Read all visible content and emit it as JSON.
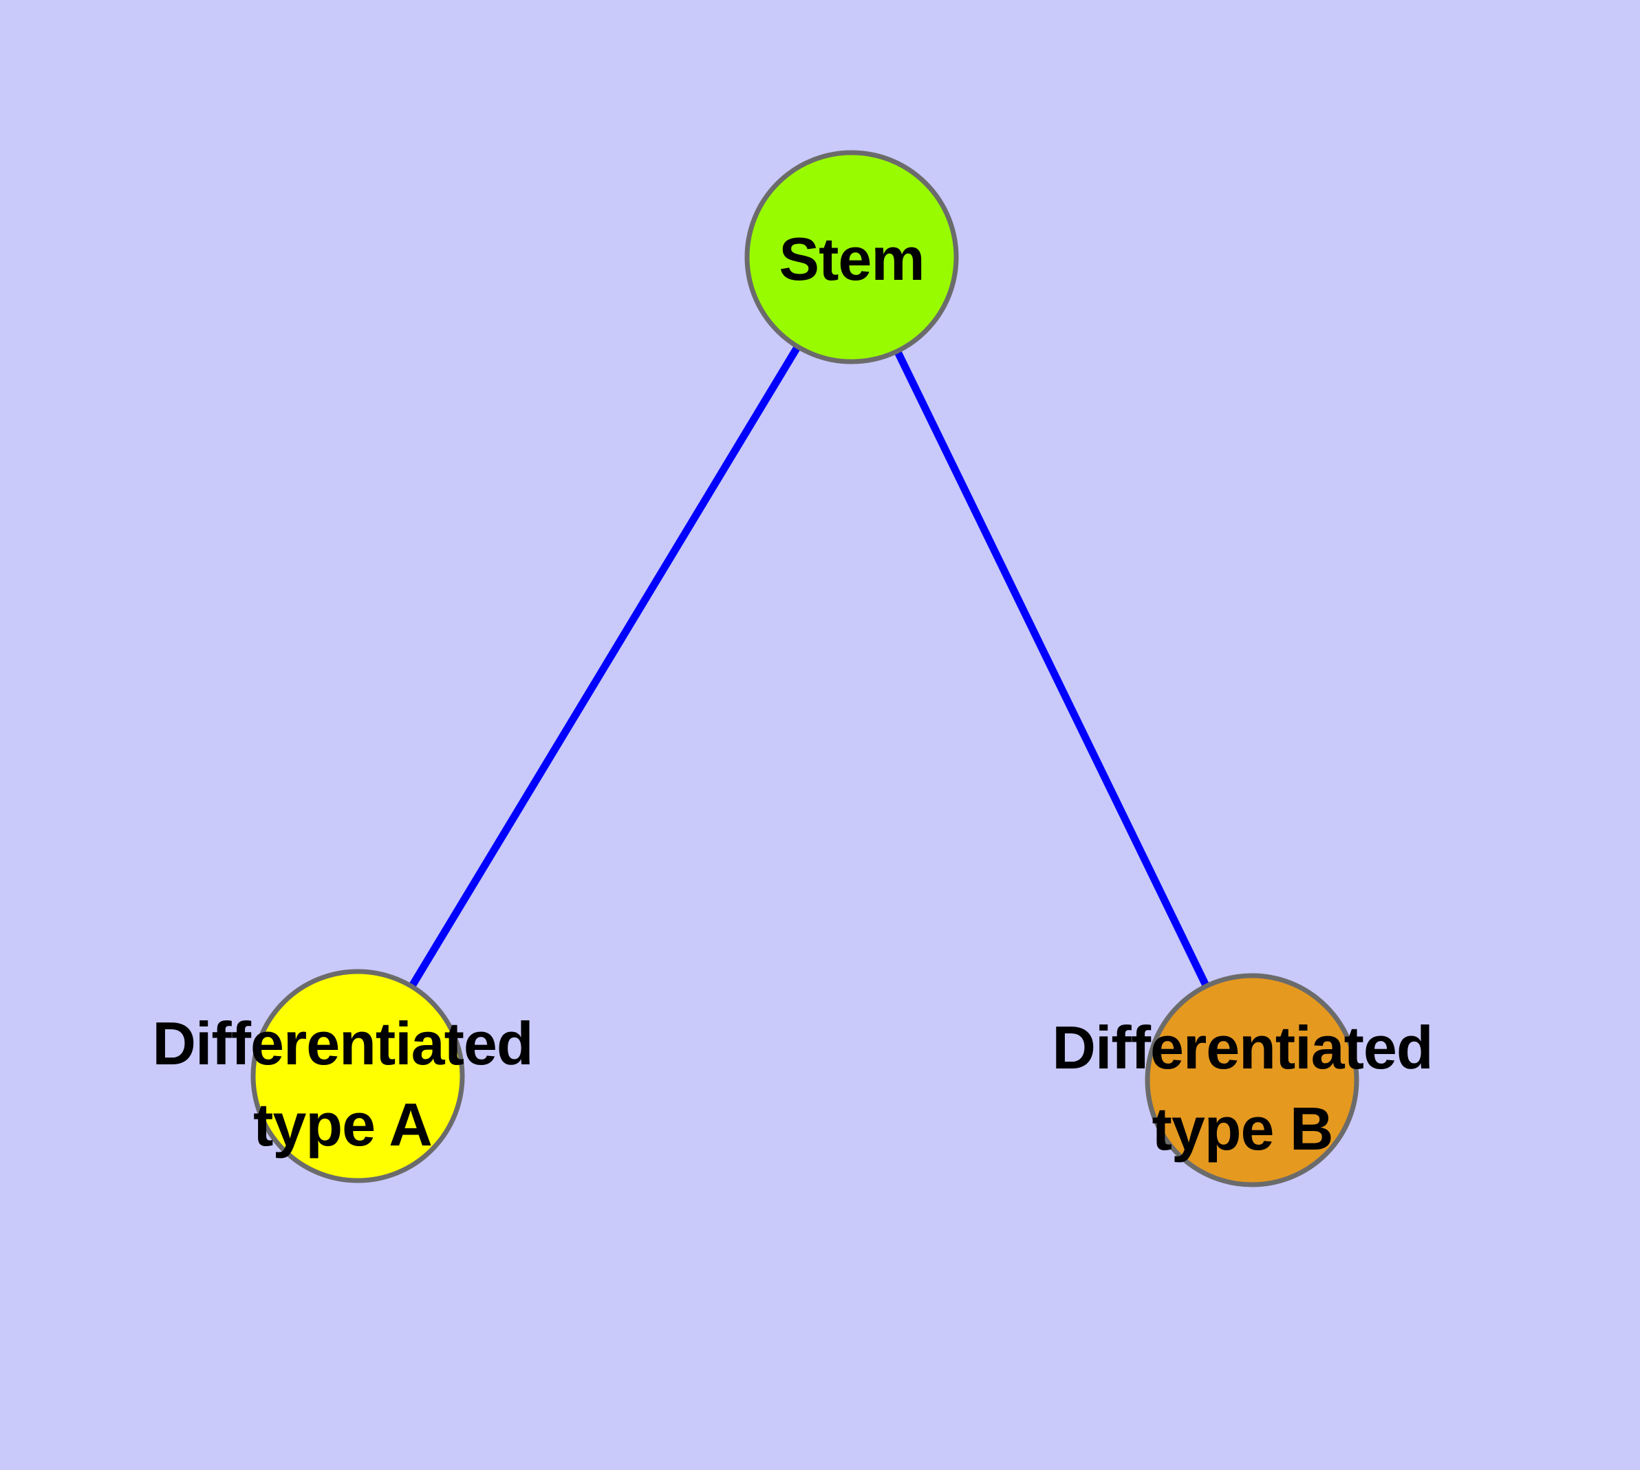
{
  "diagram": {
    "type": "graph",
    "background_color": "#c9c9fa",
    "edge_color": "#0000ff",
    "node_border_color": "#6b6b6b",
    "label_color": "#000000",
    "nodes": [
      {
        "id": "stem",
        "label": "Stem",
        "lines": [
          "Stem"
        ],
        "fill_color": "#99fb00"
      },
      {
        "id": "differentiated-type-a",
        "label": "Differentiated type A",
        "lines": [
          "Differentiated",
          "type A"
        ],
        "fill_color": "#ffff00"
      },
      {
        "id": "differentiated-type-b",
        "label": "Differentiated type B",
        "lines": [
          "Differentiated",
          "type B"
        ],
        "fill_color": "#e5991f"
      }
    ],
    "edges": [
      {
        "from": "Stem",
        "to": "Differentiated type A"
      },
      {
        "from": "Stem",
        "to": "Differentiated type B"
      }
    ]
  }
}
